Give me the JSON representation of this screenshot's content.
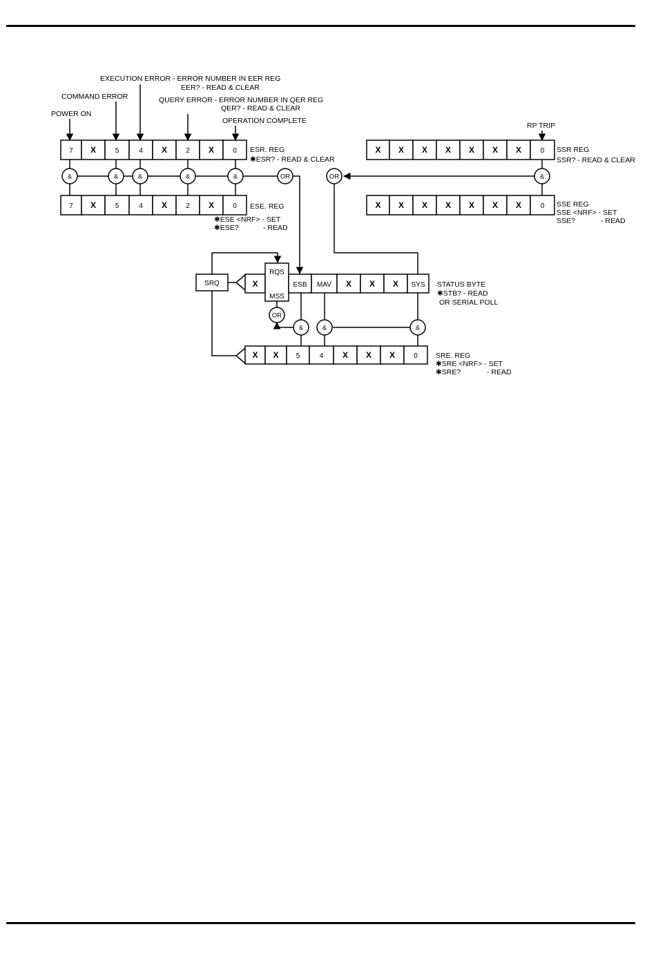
{
  "labels": {
    "exec_error": "EXECUTION ERROR - ERROR NUMBER IN EER REG",
    "exec_error_read": "EER? - READ & CLEAR",
    "command_error": "COMMAND ERROR",
    "query_error": "QUERY ERROR - ERROR NUMBER IN QER REG",
    "query_error_read": "QER? - READ & CLEAR",
    "power_on": "POWER ON",
    "operation_complete": "OPERATION COMPLETE",
    "rp_trip": "RP TRIP"
  },
  "esr": {
    "cells": [
      "7",
      "X",
      "5",
      "4",
      "X",
      "2",
      "X",
      "0"
    ],
    "name": "ESR. REG",
    "cmd": "✱ESR? - READ & CLEAR"
  },
  "ese": {
    "cells": [
      "7",
      "X",
      "5",
      "4",
      "X",
      "2",
      "X",
      "0"
    ],
    "name": "ESE. REG",
    "cmd_set": "✱ESE <NRF> - SET",
    "cmd_read_a": "✱ESE?",
    "cmd_read_b": "- READ"
  },
  "ssr": {
    "cells": [
      "X",
      "X",
      "X",
      "X",
      "X",
      "X",
      "X",
      "0"
    ],
    "name": "SSR REG",
    "cmd": "SSR? - READ & CLEAR"
  },
  "sse": {
    "cells": [
      "X",
      "X",
      "X",
      "X",
      "X",
      "X",
      "X",
      "0"
    ],
    "name": "SSE REG",
    "cmd_set": "SSE <NRF> - SET",
    "cmd_read_a": "SSE?",
    "cmd_read_b": "- READ"
  },
  "status_byte": {
    "cells": [
      "X",
      "RQS",
      "ESB",
      "MAV",
      "X",
      "X",
      "X",
      "SYS"
    ],
    "mss": "MSS",
    "name": "STATUS BYTE",
    "cmd": "✱STB? - READ",
    "cmd2": "OR SERIAL POLL"
  },
  "sre": {
    "cells": [
      "X",
      "X",
      "5",
      "4",
      "X",
      "X",
      "X",
      "0"
    ],
    "name": "SRE. REG",
    "cmd_set": "✱SRE <NRF> - SET",
    "cmd_read_a": "✱SRE?",
    "cmd_read_b": "- READ"
  },
  "srq": "SRQ",
  "gates": {
    "and": "&",
    "or": "OR"
  }
}
